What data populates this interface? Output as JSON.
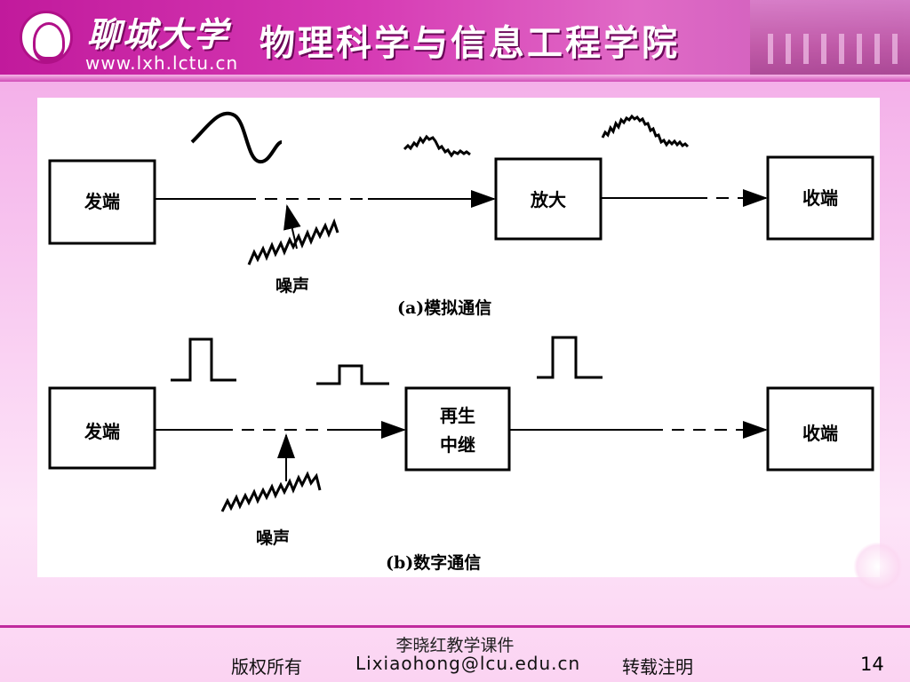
{
  "header": {
    "university_name": "聊城大学",
    "college_name": "物理科学与信息工程学院",
    "website": "www.lxh.lctu.cn"
  },
  "diagram_a": {
    "sender": "发端",
    "amplifier": "放大",
    "receiver": "收端",
    "noise": "噪声",
    "caption": "(a)模拟通信"
  },
  "diagram_b": {
    "sender": "发端",
    "regenerator_line1": "再生",
    "regenerator_line2": "中继",
    "receiver": "收端",
    "noise": "噪声",
    "caption": "(b)数字通信"
  },
  "footer": {
    "author": "李晓红教学课件",
    "copyright": "版权所有",
    "email": "Lixiaohong@lcu.edu.cn",
    "note": "转载注明",
    "page_number": "14"
  },
  "colors": {
    "accent": "#c11a9c",
    "panel": "#ffffff"
  }
}
